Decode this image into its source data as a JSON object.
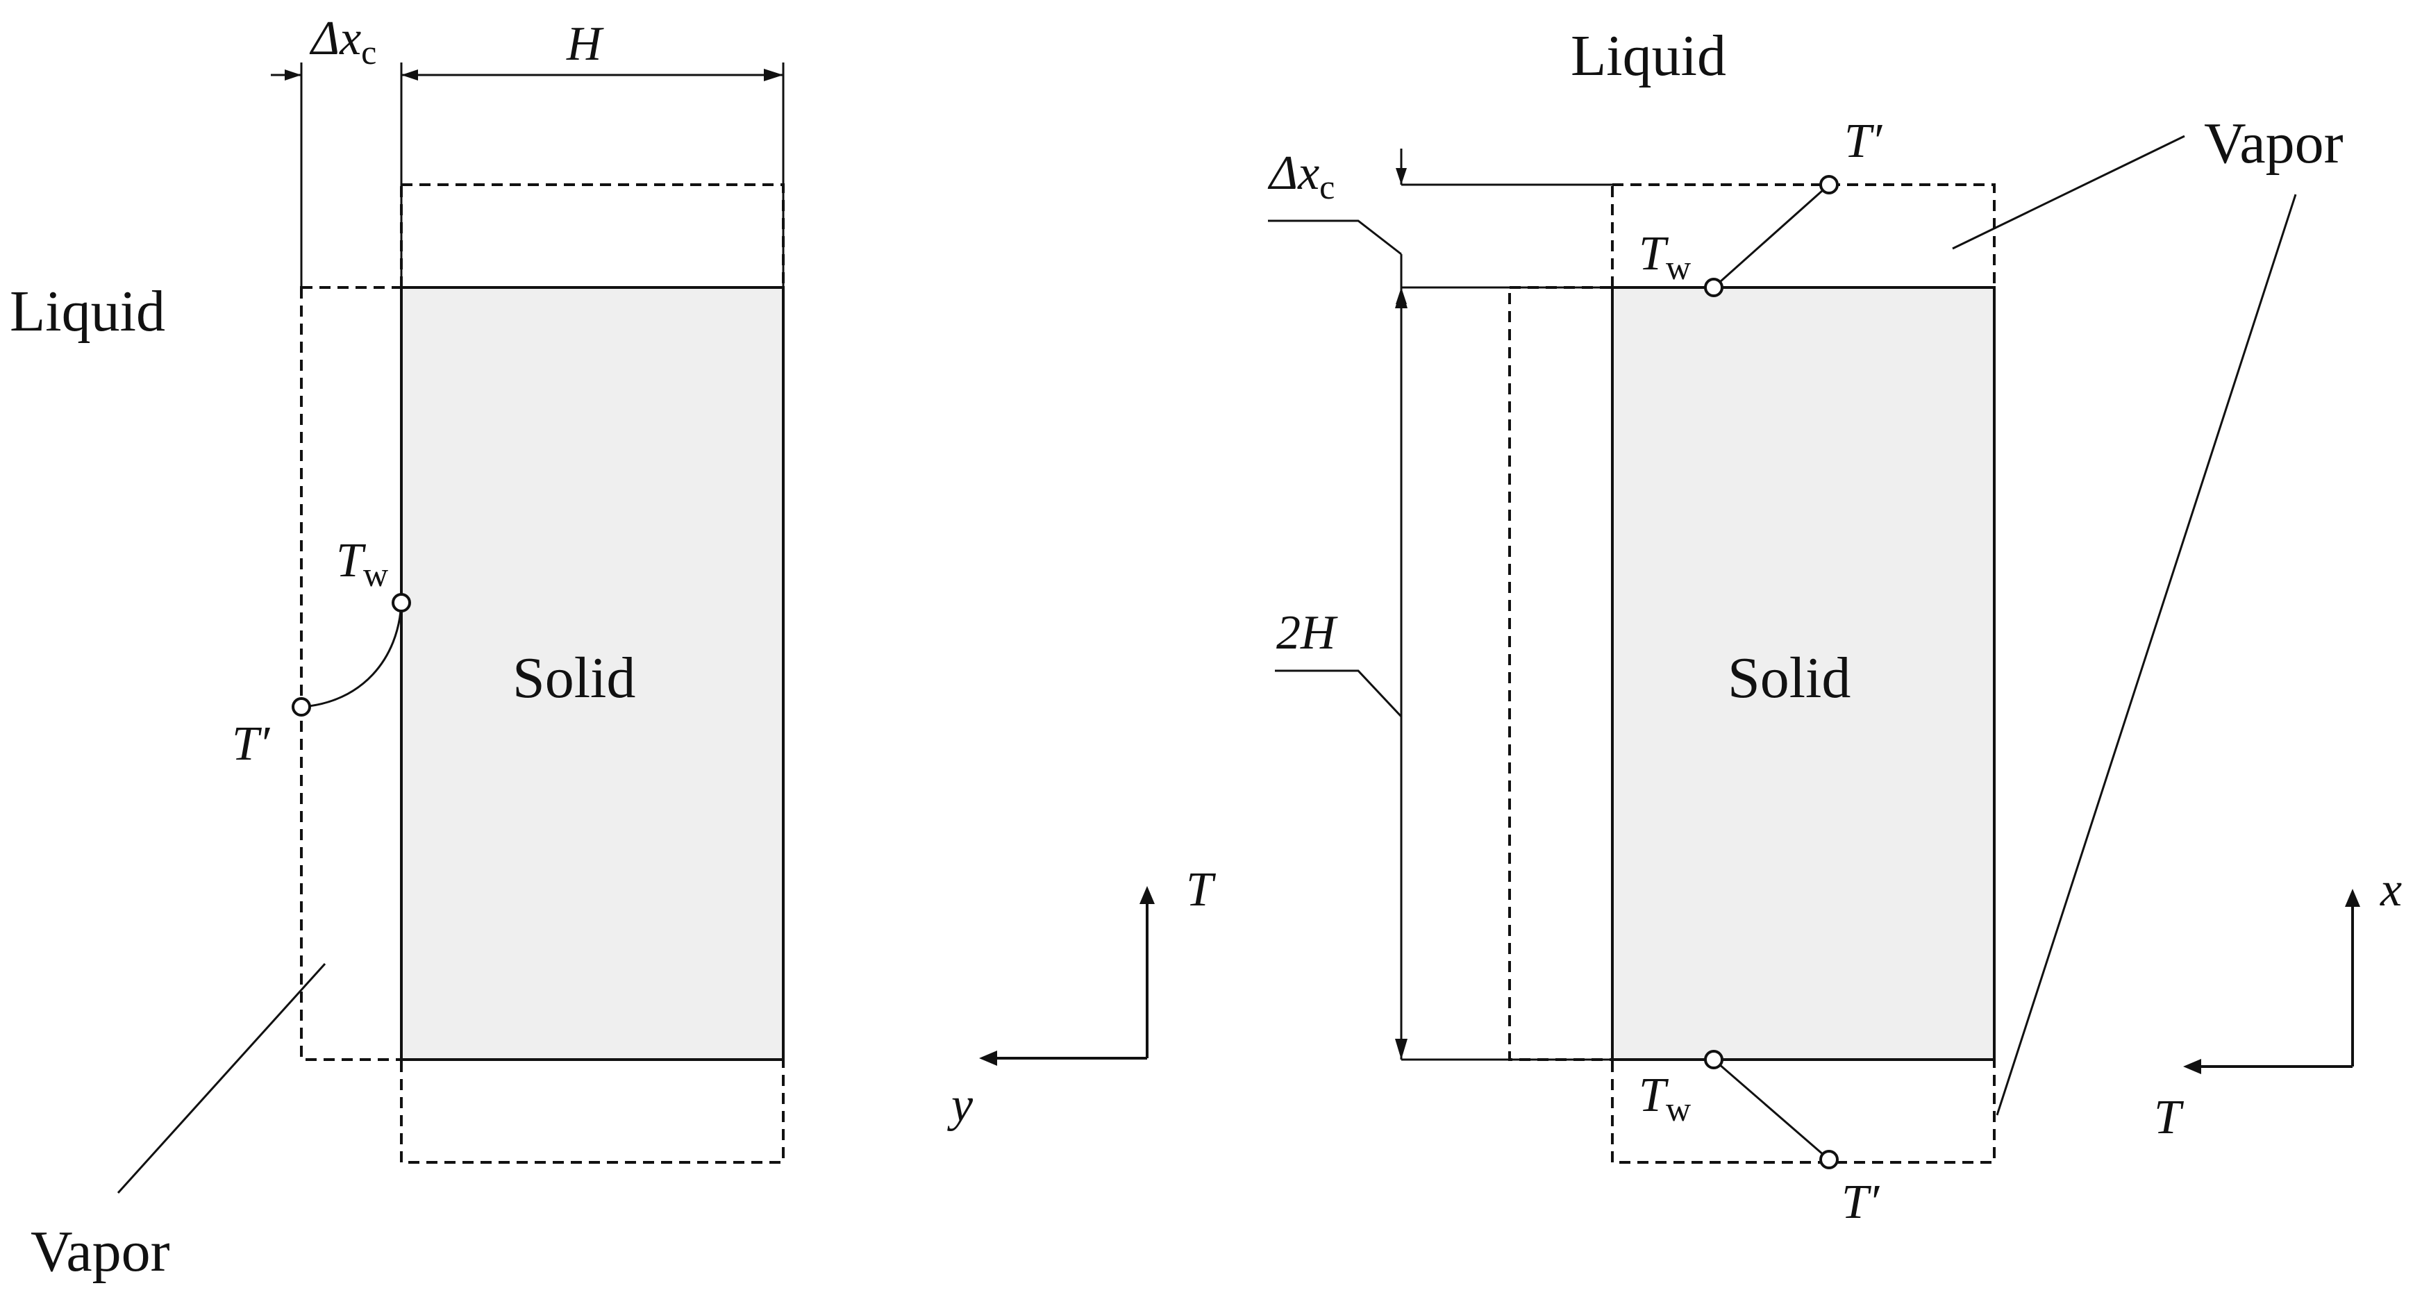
{
  "left_panel": {
    "liquid_label": "Liquid",
    "vapor_label": "Vapor",
    "solid_label": "Solid",
    "delta_x_label": {
      "main": "Δx",
      "sub": "c"
    },
    "h_label": "H",
    "tw_label": {
      "main": "T",
      "sub": "w"
    },
    "tprime_label": "T′",
    "axis_vertical_label": "T",
    "axis_horizontal_label": "y"
  },
  "right_panel": {
    "liquid_label": "Liquid",
    "vapor_label": "Vapor",
    "solid_label": "Solid",
    "delta_x_label": {
      "main": "Δx",
      "sub": "c"
    },
    "two_h_label": "2H",
    "tw_top_label": {
      "main": "T",
      "sub": "w"
    },
    "tw_bottom_label": {
      "main": "T",
      "sub": "w"
    },
    "tprime_top_label": "T′",
    "tprime_bottom_label": "T′",
    "axis_vertical_label": "x",
    "axis_horizontal_label": "T"
  }
}
